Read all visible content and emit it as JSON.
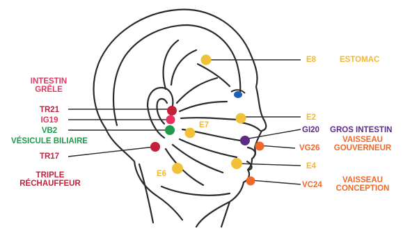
{
  "colors": {
    "point_yellow": "#f2c13a",
    "point_red": "#c3203a",
    "point_pink": "#e83063",
    "point_green": "#1f9a4b",
    "point_purple": "#5b2b86",
    "point_orange": "#ee6a2a",
    "eye_blue": "#1f5fb8",
    "line_color": "#2a2a2a",
    "text_pink": "#e03a63",
    "text_red": "#c3203a",
    "text_green": "#1f9a4b",
    "text_yellow": "#f2b92e",
    "text_purple": "#5b2b86",
    "text_orange": "#ee6a2a"
  },
  "points": {
    "tr21": "TR21",
    "ig19": "IG19",
    "vb2": "VB2",
    "tr17": "TR17",
    "e7": "E7",
    "e6": "E6",
    "e8": "E8",
    "e2": "E2",
    "gi20": "GI20",
    "vg26": "VG26",
    "e4": "E4",
    "vc24": "VC24"
  },
  "meridians": {
    "intestin_grele": [
      "INTESTIN",
      "GRÊLE"
    ],
    "vesicule_biliaire": "VÉSICULE BILIAIRE",
    "triple_rechauffeur": [
      "TRIPLE",
      "RÉCHAUFFEUR"
    ],
    "estomac": "ESTOMAC",
    "gros_intestin": "GROS INTESTIN",
    "vaisseau_gouverneur": [
      "VAISSEAU",
      "GOUVERNEUR"
    ],
    "vaisseau_conception": [
      "VAISSEAU",
      "CONCEPTION"
    ]
  }
}
